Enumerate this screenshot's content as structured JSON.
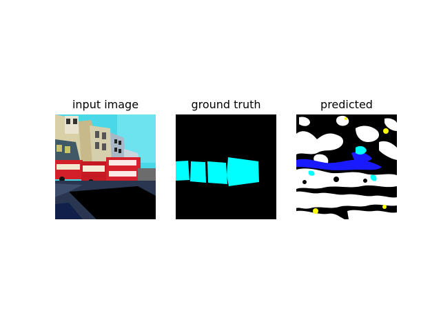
{
  "figure": {
    "panels": [
      {
        "title": "input image"
      },
      {
        "title": "ground truth"
      },
      {
        "title": "predicted"
      }
    ]
  },
  "colors": {
    "background": "#ffffff",
    "mask_background": "#000000",
    "bus_class": "#00ffff",
    "blue_class": "#1a1aff",
    "yellow_class": "#ffff00",
    "white_class": "#ffffff"
  }
}
